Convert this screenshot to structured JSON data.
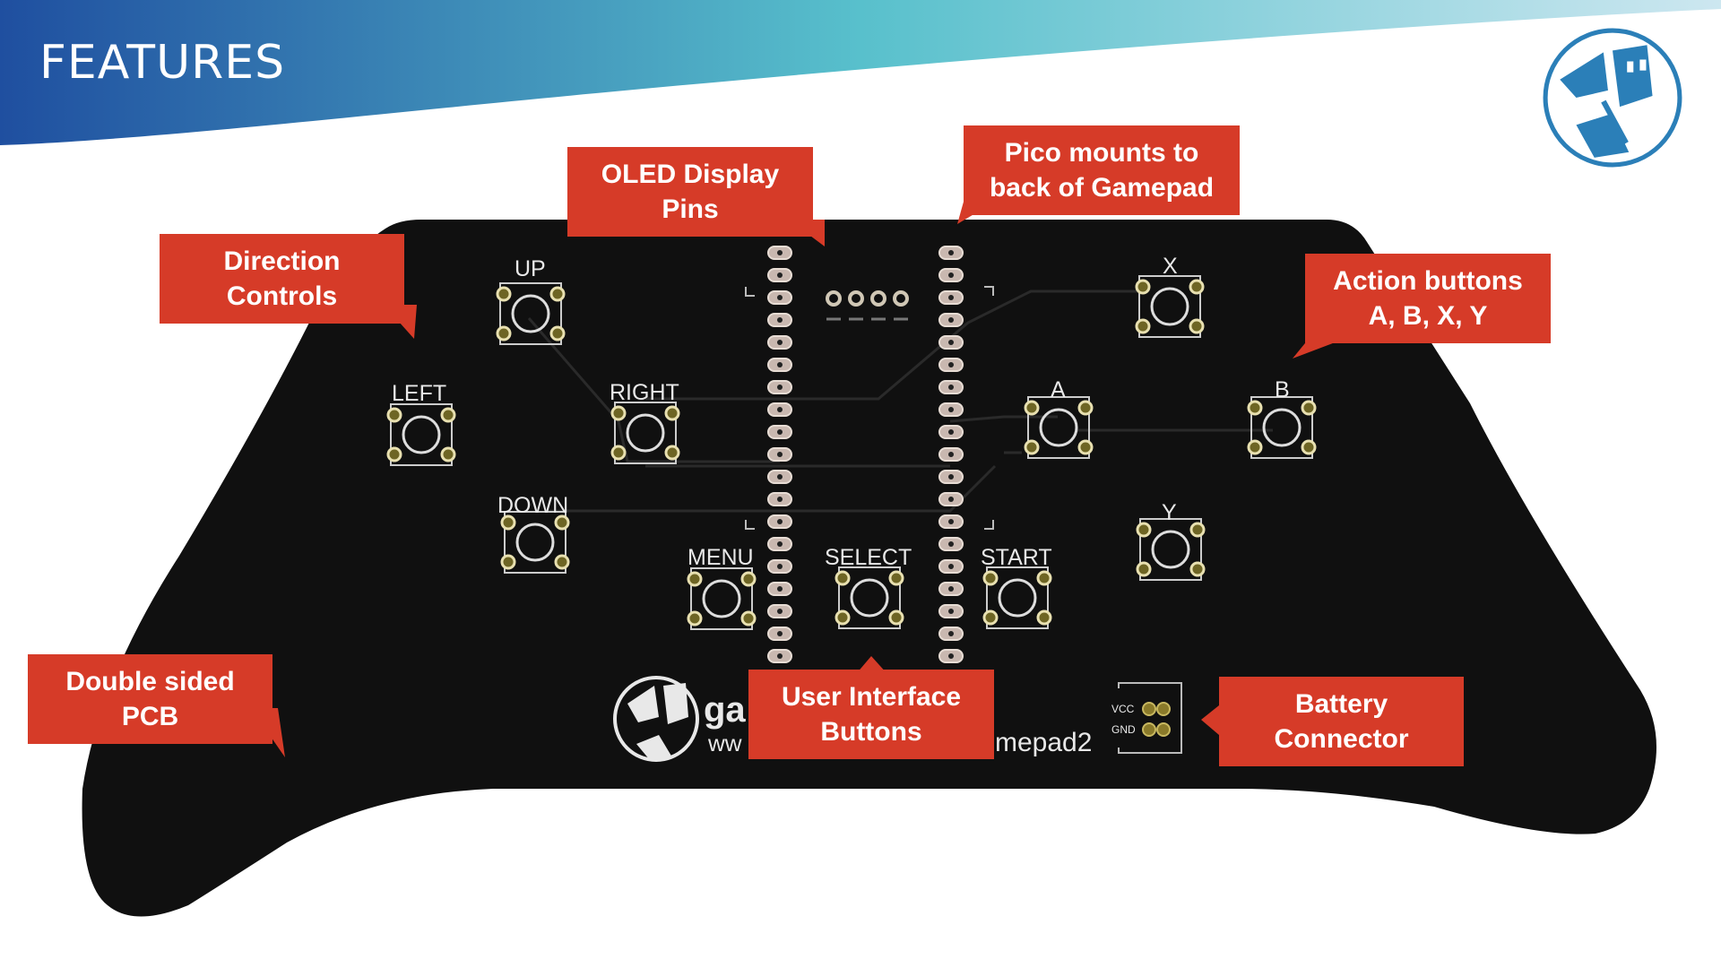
{
  "slide": {
    "title": "FEATURES",
    "colors": {
      "banner_start": "#1f4fa0",
      "banner_end": "#58c0cc",
      "callout": "#d63b28",
      "pcb": "#101010"
    }
  },
  "logo": {
    "icon": "robot-face-logo"
  },
  "pcb": {
    "button_labels": {
      "up": "UP",
      "left": "LEFT",
      "right": "RIGHT",
      "down": "DOWN",
      "menu": "MENU",
      "select": "SELECT",
      "start": "START",
      "x": "X",
      "a": "A",
      "b": "B",
      "y": "Y"
    },
    "silkscreen": {
      "brand_partial": "ga",
      "url_partial_left": "ww",
      "url_partial_right": "mepad2",
      "vcc": "VCC",
      "gnd": "GND"
    }
  },
  "callouts": {
    "oled": "OLED Display\nPins",
    "pico": "Pico mounts to\nback of Gamepad",
    "direction": "Direction\nControls",
    "action": "Action buttons\nA, B, X, Y",
    "double": "Double sided\nPCB",
    "ui": "User Interface\nButtons",
    "battery": "Battery\nConnector"
  }
}
